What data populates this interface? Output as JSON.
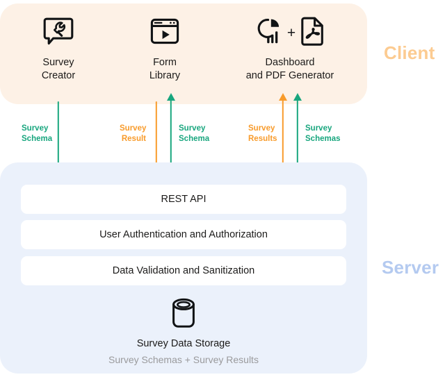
{
  "zones": {
    "client": {
      "label": "Client",
      "color": "#FCCB91",
      "panel_color": "#FDF1E6"
    },
    "server": {
      "label": "Server",
      "color": "#B4CAF0",
      "panel_color": "#EBF1FB"
    }
  },
  "client_nodes": [
    {
      "id": "survey-creator",
      "title": "Survey\nCreator",
      "icon": "speech-bubble-wrench-icon"
    },
    {
      "id": "form-library",
      "title": "Form\nLibrary",
      "icon": "browser-window-play-icon"
    },
    {
      "id": "dashboard-pdf",
      "title": "Dashboard\nand PDF Generator",
      "icon": "pie-bar-chart-icon",
      "icon2": "pdf-document-icon",
      "separator": "+"
    }
  ],
  "flows": [
    {
      "id": "survey-schema-down",
      "label": "Survey\nSchema",
      "color": "#18A67E",
      "direction": "down"
    },
    {
      "id": "survey-result-down",
      "label": "Survey\nResult",
      "color": "#F89B2B",
      "direction": "down"
    },
    {
      "id": "survey-schema-up",
      "label": "Survey\nSchema",
      "color": "#18A67E",
      "direction": "up"
    },
    {
      "id": "survey-results-up",
      "label": "Survey\nResults",
      "color": "#F89B2B",
      "direction": "up"
    },
    {
      "id": "survey-schemas-up",
      "label": "Survey\nSchemas",
      "color": "#18A67E",
      "direction": "up"
    }
  ],
  "server_rows": [
    {
      "id": "rest-api",
      "label": "REST API"
    },
    {
      "id": "authentication",
      "label": "User Authentication and Authorization"
    },
    {
      "id": "validation",
      "label": "Data Validation and Sanitization"
    }
  ],
  "storage": {
    "icon": "database-cylinder-icon",
    "title": "Survey Data Storage",
    "subtitle": "Survey Schemas + Survey Results"
  }
}
